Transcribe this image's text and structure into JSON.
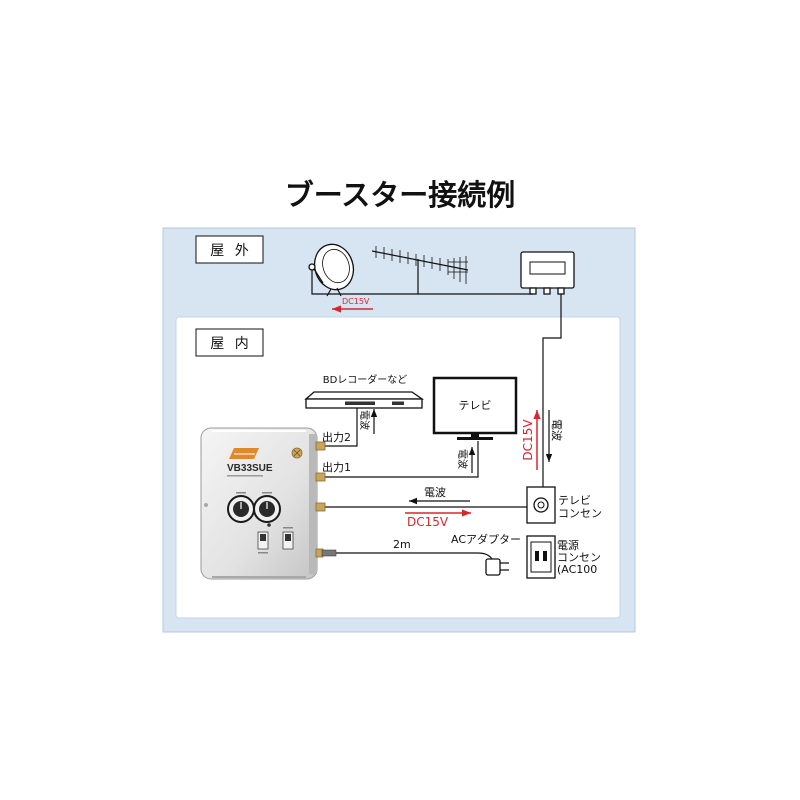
{
  "title": "ブースター接続例",
  "outdoor": {
    "section_label": "屋 外",
    "dc_label": "DC15V"
  },
  "indoor": {
    "section_label": "屋 内"
  },
  "devices": {
    "bd_recorder": "BDレコーダーなど",
    "tv": "テレビ",
    "booster_model": "VB33SUE",
    "tv_outlet": [
      "テレビ",
      "コンセン"
    ],
    "power_outlet": [
      "電源",
      "コンセン",
      "(AC100"
    ],
    "ac_adapter": "ACアダプター"
  },
  "ports": {
    "output2": "出力2",
    "output1": "出力1"
  },
  "signals": {
    "bd_signal": "電波",
    "tv_signal": "電波",
    "downlink_signal": "電波",
    "downlink_dc": "DC15V",
    "feed_signal": "電波",
    "feed_dc": "DC15V"
  },
  "cable_length": "2m",
  "colors": {
    "panel_outer": "#d7e4f2",
    "panel_inner": "#ffffff",
    "dc_red": "#d8262e",
    "logo_orange": "#e0892a",
    "connector_gold": "#c9a45c"
  },
  "icons": {
    "dish": "satellite-dish-icon",
    "antenna": "uhf-antenna-icon",
    "outdoor_unit": "outdoor-unit-icon",
    "recorder": "bd-recorder-icon",
    "tv": "tv-icon",
    "booster": "booster-unit-icon",
    "tv_outlet": "tv-outlet-icon",
    "power_outlet": "power-outlet-icon",
    "adapter": "ac-adapter-icon"
  }
}
